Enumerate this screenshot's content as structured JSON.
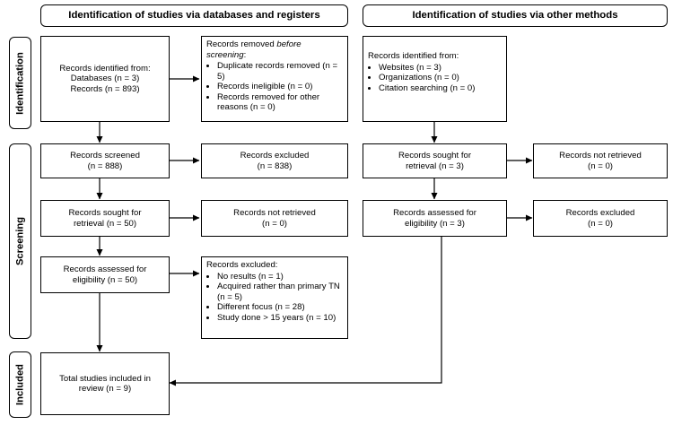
{
  "headers": {
    "databases": "Identification of studies via databases and registers",
    "other": "Identification of studies via other methods"
  },
  "stages": {
    "identification": "Identification",
    "screening": "Screening",
    "included": "Included"
  },
  "db": {
    "identified": {
      "title": "Records identified from:",
      "lines": [
        "Databases (n = 3)",
        "Records (n = 893)"
      ]
    },
    "removed": {
      "title_a": "Records removed ",
      "title_b": "before",
      "title_c": "screening",
      "title_d": ":",
      "items": [
        "Duplicate records removed (n = 5)",
        "Records ineligible (n = 0)",
        "Records removed for other reasons (n = 0)"
      ]
    },
    "screened": {
      "line1": "Records screened",
      "line2": "(n = 888)"
    },
    "excluded": {
      "line1": "Records excluded",
      "line2": "(n = 838)"
    },
    "sought": {
      "line1": "Records sought for",
      "line2": "retrieval (n = 50)"
    },
    "not_retrieved": {
      "line1": "Records not retrieved",
      "line2": "(n = 0)"
    },
    "assessed": {
      "line1": "Records assessed for",
      "line2": "eligibility (n = 50)"
    },
    "excluded_reasons": {
      "title": "Records excluded:",
      "items": [
        "No results (n = 1)",
        "Acquired rather than primary TN (n = 5)",
        "Different focus (n = 28)",
        "Study done > 15 years (n = 10)"
      ]
    },
    "included": {
      "line1": "Total studies included in",
      "line2": "review (n = 9)"
    }
  },
  "other": {
    "identified": {
      "title": "Records identified from:",
      "items": [
        "Websites (n = 3)",
        "Organizations (n = 0)",
        "Citation searching (n = 0)"
      ]
    },
    "sought": {
      "line1": "Records sought for",
      "line2": "retrieval (n = 3)"
    },
    "not_retrieved": {
      "line1": "Records not retrieved",
      "line2": "(n = 0)"
    },
    "assessed": {
      "line1": "Records assessed for",
      "line2": "eligibility (n = 3)"
    },
    "excluded": {
      "line1": "Records excluded",
      "line2": "(n = 0)"
    }
  }
}
